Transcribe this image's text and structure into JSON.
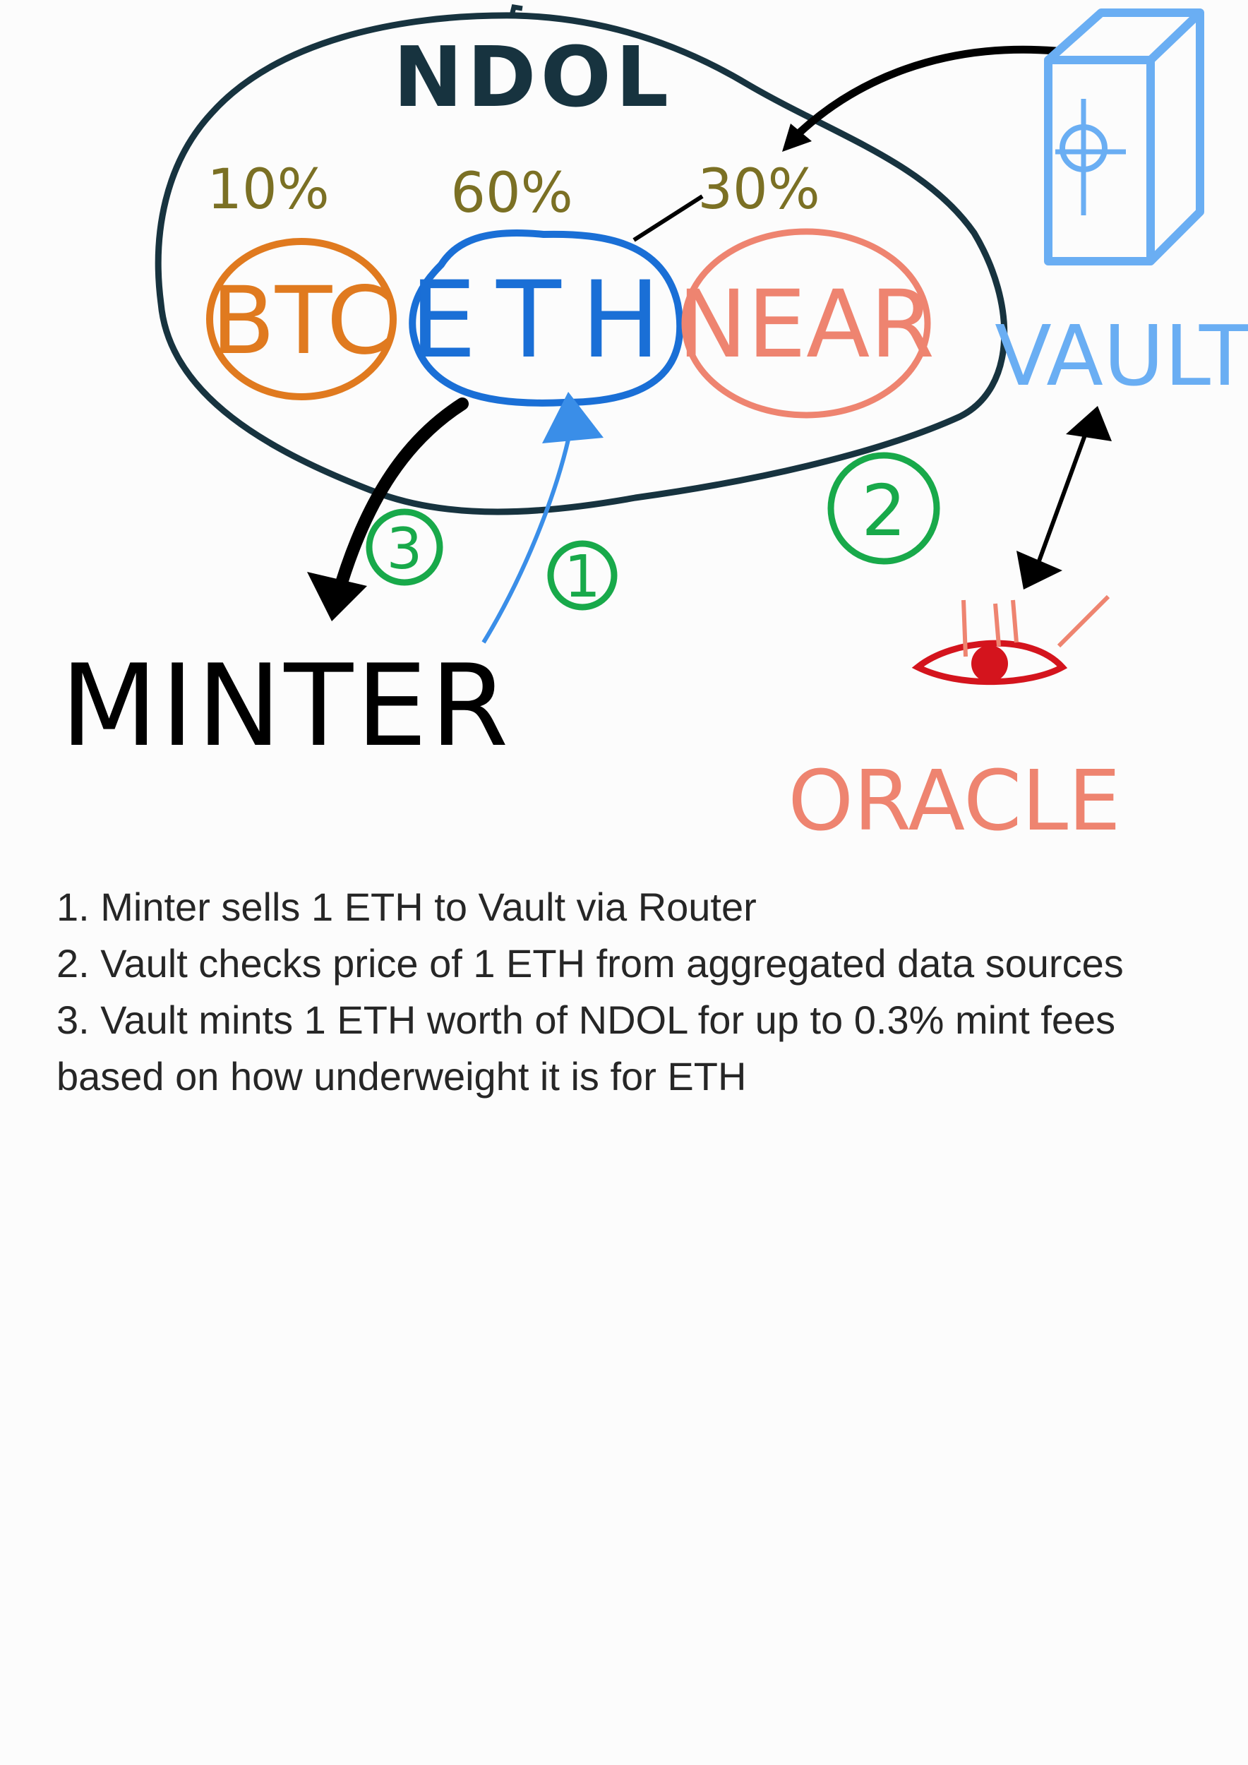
{
  "diagram": {
    "pool_label": "NDOL",
    "assets": [
      {
        "label": "BTC",
        "weight": "10%",
        "color": "#e07a1f"
      },
      {
        "label": "ETH",
        "weight": "60%",
        "color": "#1a6fd6"
      },
      {
        "label": "NEAR",
        "weight": "30%",
        "color": "#ee8470"
      }
    ],
    "vault_label": "VAULT",
    "oracle_label": "ORACLE",
    "minter_label": "MINTER",
    "step_badges": [
      "1",
      "2",
      "3"
    ],
    "colors": {
      "pool_outline": "#17333f",
      "weight_text": "#7b7024",
      "vault": "#6aaef3",
      "oracle_eye": "#d4141d",
      "badge": "#18a94a",
      "arrow_black": "#000000",
      "arrow_blue": "#3a8ee8"
    },
    "icons": [
      "vault-safe-icon",
      "oracle-eye-icon"
    ]
  },
  "steps": [
    "1. Minter sells 1 ETH to Vault via Router",
    "2. Vault checks price of 1 ETH from aggregated data sources",
    "3. Vault mints 1 ETH worth of NDOL for up to 0.3% mint fees",
    "based on how underweight it is for ETH"
  ]
}
